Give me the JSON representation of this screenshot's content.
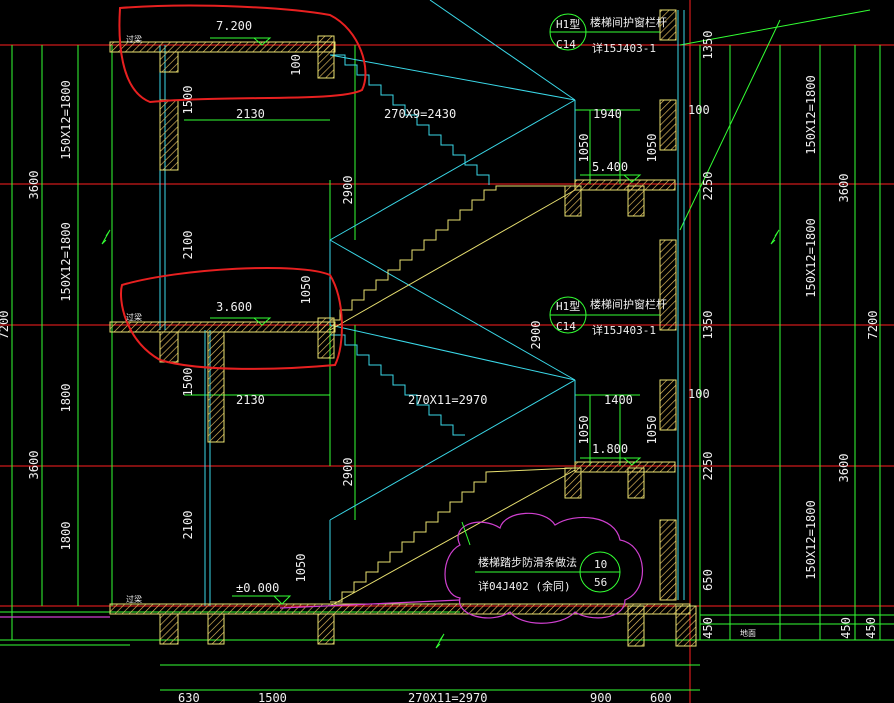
{
  "drawing": {
    "elevations": [
      {
        "id": "el-7200",
        "text": "7.200"
      },
      {
        "id": "el-5400",
        "text": "5.400"
      },
      {
        "id": "el-3600",
        "text": "3.600"
      },
      {
        "id": "el-1800",
        "text": "1.800"
      },
      {
        "id": "el-0000",
        "text": "±0.000"
      }
    ],
    "left_dims": [
      {
        "id": "ld-150x12-top",
        "text": "150X12=1800"
      },
      {
        "id": "ld-3600-top",
        "text": "3600"
      },
      {
        "id": "ld-150x12-mid",
        "text": "150X12=1800"
      },
      {
        "id": "ld-7200",
        "text": "7200"
      },
      {
        "id": "ld-1800",
        "text": "1800"
      },
      {
        "id": "ld-3600-bot",
        "text": "3600"
      },
      {
        "id": "ld-1800-bot",
        "text": "1800"
      }
    ],
    "right_dims": [
      {
        "id": "rd-1350-top",
        "text": "1350"
      },
      {
        "id": "rd-2250-top",
        "text": "2250"
      },
      {
        "id": "rd-1350-mid",
        "text": "1350"
      },
      {
        "id": "rd-2250-mid",
        "text": "2250"
      },
      {
        "id": "rd-650",
        "text": "650"
      },
      {
        "id": "rd-450a",
        "text": "450"
      },
      {
        "id": "rd-450b",
        "text": "450"
      },
      {
        "id": "rd-450c",
        "text": "450"
      },
      {
        "id": "rd-150x12-top",
        "text": "150X12=1800"
      },
      {
        "id": "rd-150x12-mid",
        "text": "150X12=1800"
      },
      {
        "id": "rd-150x12-bot",
        "text": "150X12=1800"
      },
      {
        "id": "rd-3600-top",
        "text": "3600"
      },
      {
        "id": "rd-3600-bot",
        "text": "3600"
      },
      {
        "id": "rd-7200",
        "text": "7200"
      }
    ],
    "inner_dims": [
      {
        "id": "id-100-top",
        "text": "100"
      },
      {
        "id": "id-1500-top",
        "text": "1500"
      },
      {
        "id": "id-2130-top",
        "text": "2130"
      },
      {
        "id": "id-270x9",
        "text": "270X9=2430"
      },
      {
        "id": "id-1940",
        "text": "1940"
      },
      {
        "id": "id-100r-top",
        "text": "100"
      },
      {
        "id": "id-1050-a",
        "text": "1050"
      },
      {
        "id": "id-1050-b",
        "text": "1050"
      },
      {
        "id": "id-2900-top",
        "text": "2900"
      },
      {
        "id": "id-2100-top",
        "text": "2100"
      },
      {
        "id": "id-1050-c",
        "text": "1050"
      },
      {
        "id": "id-2900-mid",
        "text": "2900"
      },
      {
        "id": "id-1500-mid",
        "text": "1500"
      },
      {
        "id": "id-2130-mid",
        "text": "2130"
      },
      {
        "id": "id-270x11",
        "text": "270X11=2970"
      },
      {
        "id": "id-1400",
        "text": "1400"
      },
      {
        "id": "id-100r-mid",
        "text": "100"
      },
      {
        "id": "id-1050-d",
        "text": "1050"
      },
      {
        "id": "id-1050-e",
        "text": "1050"
      },
      {
        "id": "id-2900-bot",
        "text": "2900"
      },
      {
        "id": "id-2100-bot",
        "text": "2100"
      },
      {
        "id": "id-1050-f",
        "text": "1050"
      }
    ],
    "bottom_dims": [
      {
        "id": "bd-630",
        "text": "630"
      },
      {
        "id": "bd-1500",
        "text": "1500"
      },
      {
        "id": "bd-270x11",
        "text": "270X11=2970"
      },
      {
        "id": "bd-900",
        "text": "900"
      },
      {
        "id": "bd-600",
        "text": "600"
      }
    ],
    "labels": {
      "railing_title_top": "楼梯间护窗栏杆",
      "railing_ref_top": "详15J403-1",
      "railing_type_top": "H1型",
      "railing_code_top": "C14",
      "railing_title_mid": "楼梯间护窗栏杆",
      "railing_ref_mid": "详15J403-1",
      "railing_type_mid": "H1型",
      "railing_code_mid": "C14",
      "antislip_title": "楼梯踏步防滑条做法",
      "antislip_ref": "详04J402 (余同)",
      "antislip_num": "10",
      "antislip_den": "56",
      "small_tag_1": "过梁",
      "small_tag_2": "过梁",
      "small_tag_3": "过梁",
      "small_tag_4": "地面"
    },
    "colors": {
      "background": "#000000",
      "axis_red": "#ff2020",
      "dim_green": "#33ff33",
      "wall_yellow": "#e8e070",
      "stair_cyan": "#3ad8e8",
      "markup_red": "#e82020",
      "cloud_magenta": "#d040d0",
      "text_white": "#f0f0f0"
    }
  }
}
